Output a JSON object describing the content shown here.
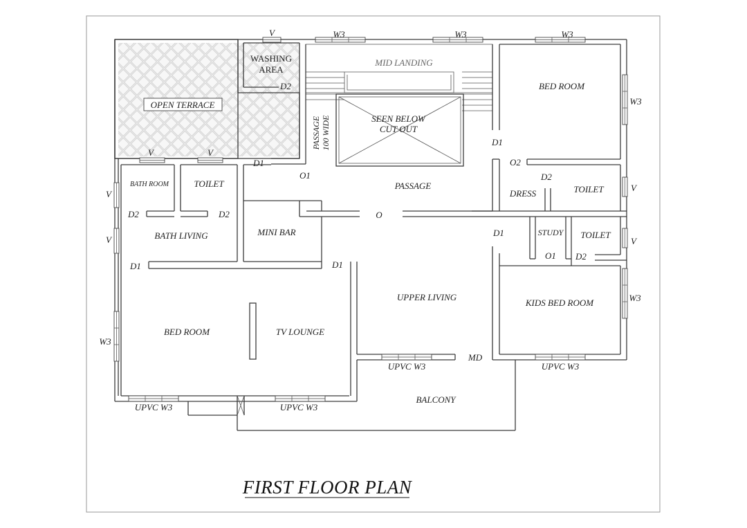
{
  "title": "FIRST FLOOR PLAN",
  "rooms": {
    "open_terrace": "OPEN TERRACE",
    "washing_area_1": "WASHING",
    "washing_area_2": "AREA",
    "mid_landing": "MID LANDING",
    "seen_below_1": "SEEN BELOW",
    "seen_below_2": "CUT OUT",
    "passage_wide_1": "PASSAGE",
    "passage_wide_2": "100 WIDE",
    "passage": "PASSAGE",
    "bed_room_top": "BED ROOM",
    "bath_room": "BATH ROOM",
    "toilet_left": "TOILET",
    "bath_living": "BATH LIVING",
    "mini_bar": "MINI BAR",
    "dress": "DRESS",
    "toilet_right_top": "TOILET",
    "study": "STUDY",
    "toilet_right_mid": "TOILET",
    "upper_living": "UPPER LIVING",
    "kids_bed_room": "KIDS BED ROOM",
    "bed_room_left": "BED ROOM",
    "tv_lounge": "TV LOUNGE",
    "balcony": "BALCONY"
  },
  "tags": {
    "v_top": "V",
    "w3_top_1": "W3",
    "w3_top_2": "W3",
    "w3_top_3": "W3",
    "d2_washing": "D2",
    "w3_right_1": "W3",
    "d1_right_top": "D1",
    "o2": "O2",
    "d2_dress": "D2",
    "v_right_1": "V",
    "v_terrace_1": "V",
    "v_terrace_2": "V",
    "d1_passage": "D1",
    "o1_top": "O1",
    "v_left_1": "V",
    "d2_bath": "D2",
    "d2_toilet": "D2",
    "v_left_2": "V",
    "o_center": "O",
    "d1_right_mid": "D1",
    "v_right_2": "V",
    "o1_study": "O1",
    "d2_study": "D2",
    "d1_left": "D1",
    "d1_center": "D1",
    "w3_right_2": "W3",
    "w3_left": "W3",
    "md": "MD",
    "upvc_w3_mid": "UPVC W3",
    "upvc_w3_right": "UPVC W3",
    "upvc_w3_left": "UPVC W3",
    "upvc_w3_lounge": "UPVC W3"
  },
  "colors": {
    "wall": "#3a3a3a",
    "hatch": "#cfcfcf",
    "text": "#222222"
  }
}
